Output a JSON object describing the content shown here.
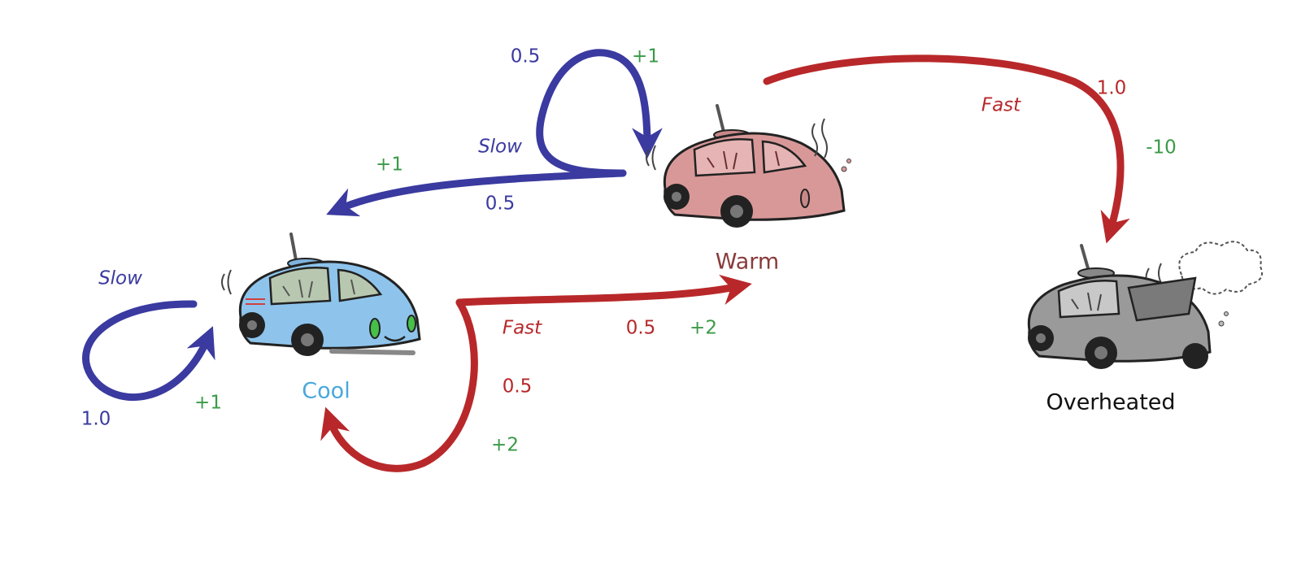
{
  "colors": {
    "slow": "#3a3aa0",
    "fast": "#b8282a",
    "reward": "#3a9a48",
    "cool_label": "#4aa8dc",
    "warm_label": "#8a3a3a",
    "overheated_label": "#111111",
    "cool_car": "#8ec4ec",
    "warm_car": "#d99898",
    "overheated_car": "#9a9a9a"
  },
  "states": {
    "cool": {
      "label": "Cool"
    },
    "warm": {
      "label": "Warm"
    },
    "overheated": {
      "label": "Overheated"
    }
  },
  "transitions": {
    "cool_slow": {
      "action": "Slow",
      "prob": "1.0",
      "reward": "+1"
    },
    "cool_fast_warm": {
      "action": "Fast",
      "prob": "0.5",
      "reward": "+2"
    },
    "cool_fast_cool": {
      "prob": "0.5",
      "reward": "+2"
    },
    "warm_slow_warm": {
      "prob": "0.5",
      "reward": "+1"
    },
    "warm_slow_cool": {
      "action": "Slow",
      "prob": "0.5",
      "reward": "+1"
    },
    "warm_fast_overheated": {
      "action": "Fast",
      "prob": "1.0",
      "reward": "-10"
    }
  }
}
